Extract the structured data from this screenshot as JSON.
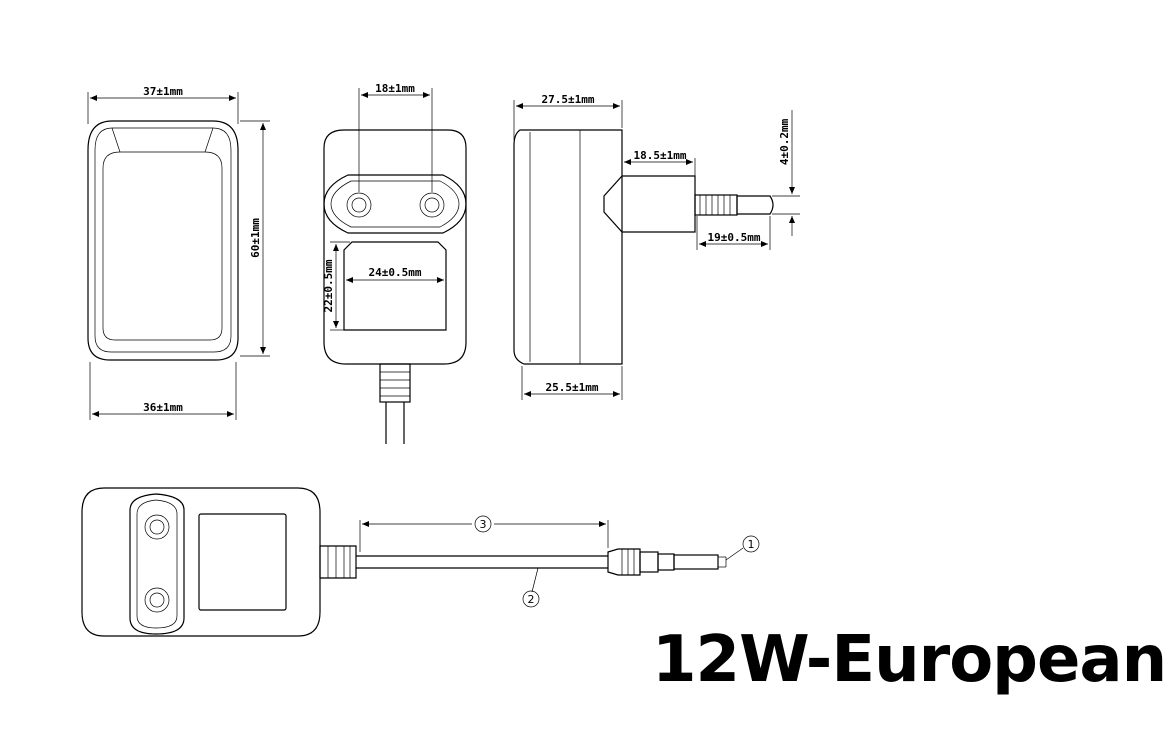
{
  "title": "12W-European",
  "dimensions": {
    "front_top_width": "37±1mm",
    "front_bottom_width": "36±1mm",
    "front_height": "60±1mm",
    "plug_pin_spacing": "18±1mm",
    "label_width": "24±0.5mm",
    "label_height": "22±0.5mm",
    "side_top_depth": "27.5±1mm",
    "side_bottom_depth": "25.5±1mm",
    "plug_base_length": "18.5±1mm",
    "pin_diameter": "4±0.2mm",
    "pin_length": "19±0.5mm"
  },
  "callouts": {
    "connector": "1",
    "cable": "2",
    "cable_length": "3"
  }
}
